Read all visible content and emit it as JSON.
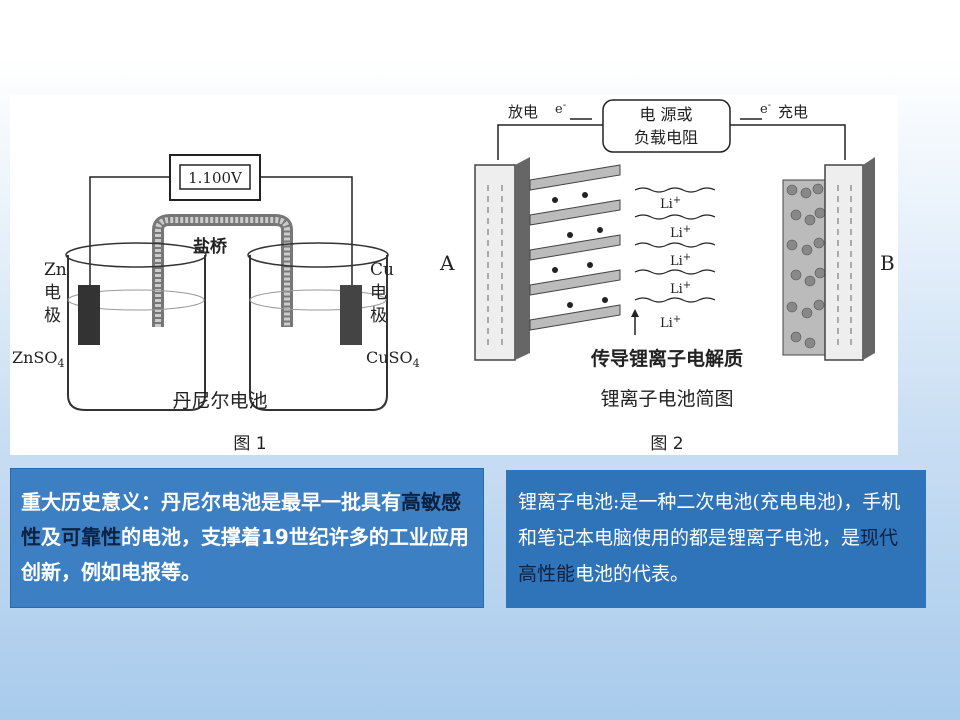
{
  "figure1": {
    "voltmeter": "1.100V",
    "salt_bridge": "盐桥",
    "zn_label": [
      "Zn",
      "电",
      "极"
    ],
    "cu_label": [
      "Cu",
      "电",
      "极"
    ],
    "znso4": "ZnSO",
    "cuso4": "CuSO",
    "subscript": "4",
    "caption": "丹尼尔电池",
    "fig_num": "图 1"
  },
  "figure2": {
    "power_box": [
      "电  源或",
      "负载电阻"
    ],
    "discharge": "放电",
    "charge": "充电",
    "electron": "e",
    "electron_sup": "-",
    "label_a": "A",
    "label_b": "B",
    "li_ion": "Li",
    "li_sup": "+",
    "electrolyte": "传导锂离子电解质",
    "caption": "锂离子电池简图",
    "fig_num": "图 2"
  },
  "left_box": {
    "part1": "重大历史意义：丹尼尔电池是最早一批具有",
    "highlight1": "高敏感性",
    "part2": "及",
    "highlight2": "可靠性",
    "part3": "的电池，支撑着19世纪许多的工业应用创新，例如电报等。"
  },
  "right_box": {
    "part1": "锂离子电池:是一种二次电池(充电电池)，手机和笔记本电脑使用的都是锂离子电池，是",
    "highlight": "现代高性能",
    "part2": "电池的代表。"
  },
  "colors": {
    "left_box_bg": "#3c7fc3",
    "right_box_bg": "#2f73b8",
    "highlight_text": "#0d2140"
  }
}
